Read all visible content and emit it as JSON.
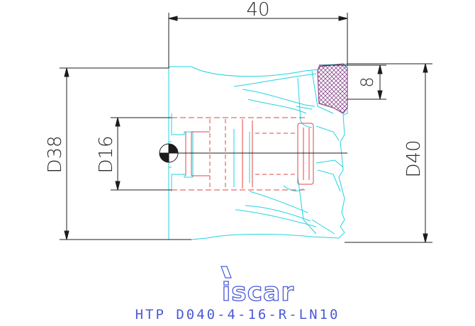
{
  "drawing": {
    "dimensions": {
      "length": "40",
      "corner_height": "8",
      "mount_diameter": "D38",
      "bore_diameter": "D16",
      "cutting_diameter": "D40"
    },
    "brand_logo": "iscar",
    "part_code": "HTP D040-4-16-R-LN10",
    "colors": {
      "tool_outline": "#22d3e0",
      "bore_section": "#e04545",
      "dimension_lines": "#1c1c1c",
      "insert_hatch": "#8a4a8c",
      "logo_text": "#4a5ad6"
    }
  }
}
